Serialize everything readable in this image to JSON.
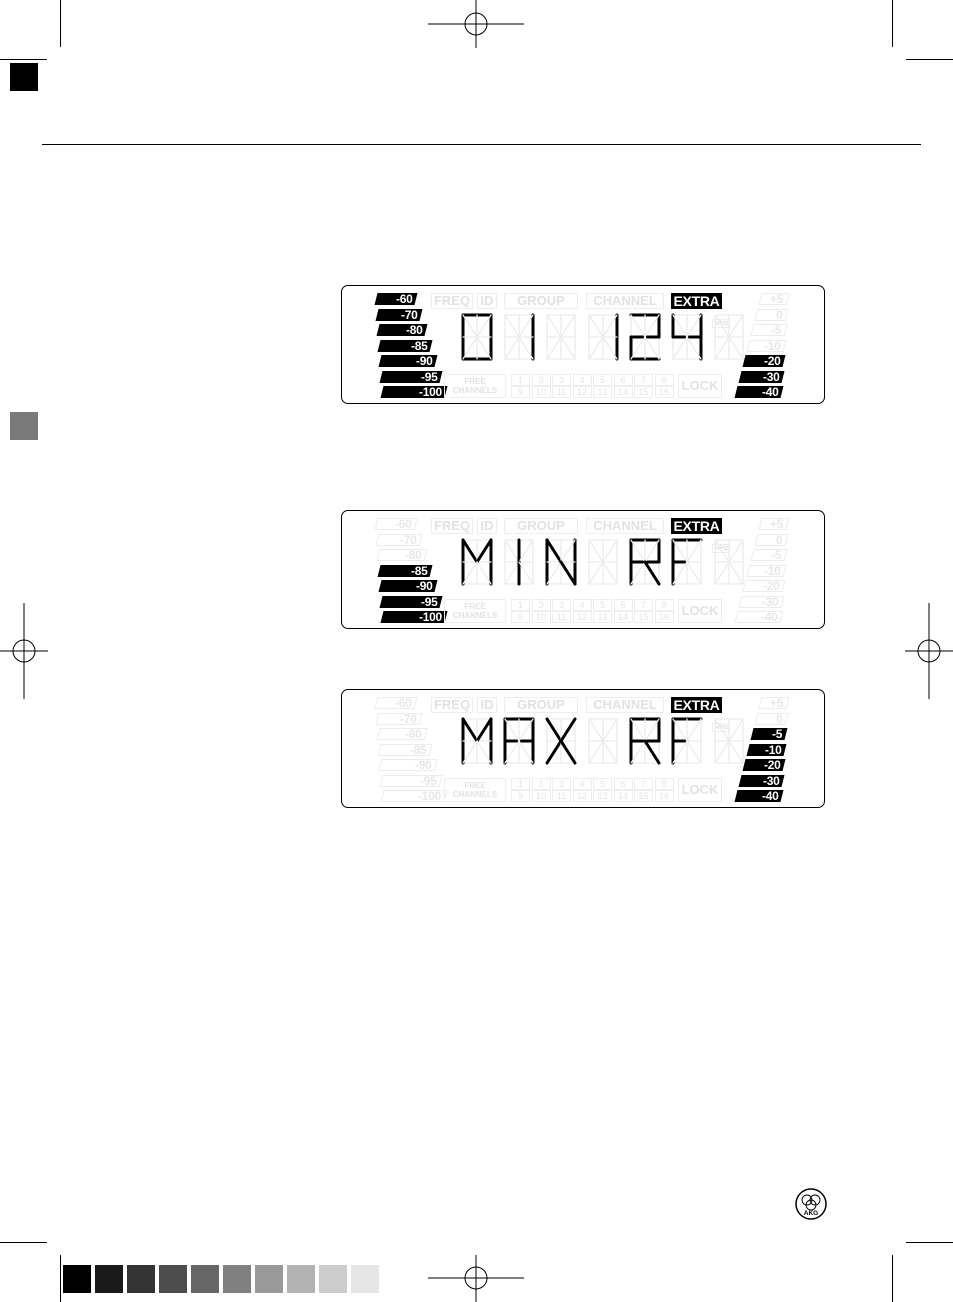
{
  "header": {
    "rule": true
  },
  "lcd_top": {
    "left_meter": [
      "-60",
      "-70",
      "-80",
      "-85",
      "-90",
      "-95",
      "-100"
    ],
    "left_meter_active": 7,
    "labels": {
      "freq": "FREQ",
      "id": "ID",
      "group": "GROUP",
      "channel": "CHANNEL",
      "extra": "EXTRA",
      "free_channels": "FREE CHANNELS",
      "lock": "LOCK",
      "mhz": "MHz"
    },
    "display_text": "01 124",
    "right_meter": [
      "+5",
      "0",
      "-5",
      "-10",
      "-20",
      "-30",
      "-40"
    ],
    "right_meter_active": 3
  },
  "lcd_min": {
    "left_meter": [
      "-60",
      "-70",
      "-80",
      "-85",
      "-90",
      "-95",
      "-100"
    ],
    "left_meter_active": 4,
    "labels": {
      "freq": "FREQ",
      "id": "ID",
      "group": "GROUP",
      "channel": "CHANNEL",
      "extra": "EXTRA",
      "free_channels": "FREE CHANNELS",
      "lock": "LOCK",
      "mhz": "MHz"
    },
    "display_text": "MIN RF",
    "right_meter": [
      "+5",
      "0",
      "-5",
      "-10",
      "-20",
      "-30",
      "-40"
    ],
    "right_meter_active": 0
  },
  "lcd_max": {
    "left_meter": [
      "-60",
      "-70",
      "-80",
      "-85",
      "-90",
      "-95",
      "-100"
    ],
    "left_meter_active": 0,
    "labels": {
      "freq": "FREQ",
      "id": "ID",
      "group": "GROUP",
      "channel": "CHANNEL",
      "extra": "EXTRA",
      "free_channels": "FREE CHANNELS",
      "lock": "LOCK",
      "mhz": "MHz"
    },
    "display_text": "MAX RF",
    "right_meter": [
      "+5",
      "0",
      "-5",
      "-10",
      "-20",
      "-30",
      "-40"
    ],
    "right_meter_active": 5
  },
  "channel_cells_top": [
    "1",
    "3",
    "3",
    "4",
    "5",
    "6",
    "7",
    "8"
  ],
  "channel_cells_bottom": [
    "9",
    "10",
    "11",
    "12",
    "13",
    "14",
    "15",
    "16"
  ],
  "footer": {
    "logo_text": "AKG",
    "swatches": [
      "#000000",
      "#1a1a1a",
      "#333333",
      "#4d4d4d",
      "#666666",
      "#808080",
      "#999999",
      "#b3b3b3",
      "#cccccc",
      "#e6e6e6"
    ]
  }
}
